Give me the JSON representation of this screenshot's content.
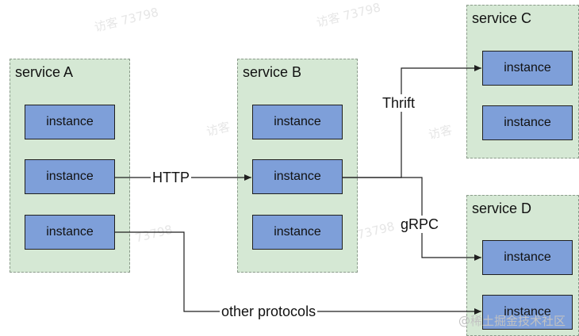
{
  "watermarks": [
    "访客 73798",
    "访客 73798",
    "访客",
    "访客",
    "73798",
    "73798"
  ],
  "services": [
    {
      "label": "service A",
      "instances": [
        "instance",
        "instance",
        "instance"
      ]
    },
    {
      "label": "service B",
      "instances": [
        "instance",
        "instance",
        "instance"
      ]
    },
    {
      "label": "service C",
      "instances": [
        "instance",
        "instance"
      ]
    },
    {
      "label": "service D",
      "instances": [
        "instance",
        "instance"
      ]
    }
  ],
  "edges": {
    "http": "HTTP",
    "thrift": "Thrift",
    "grpc": "gRPC",
    "other": "other protocols"
  },
  "footer": {
    "mark": "@稀土掘金技术社区"
  },
  "colors": {
    "service_fill": "#d5e8d4",
    "instance_fill": "#7e9fd9",
    "line": "#1f1f1f"
  }
}
